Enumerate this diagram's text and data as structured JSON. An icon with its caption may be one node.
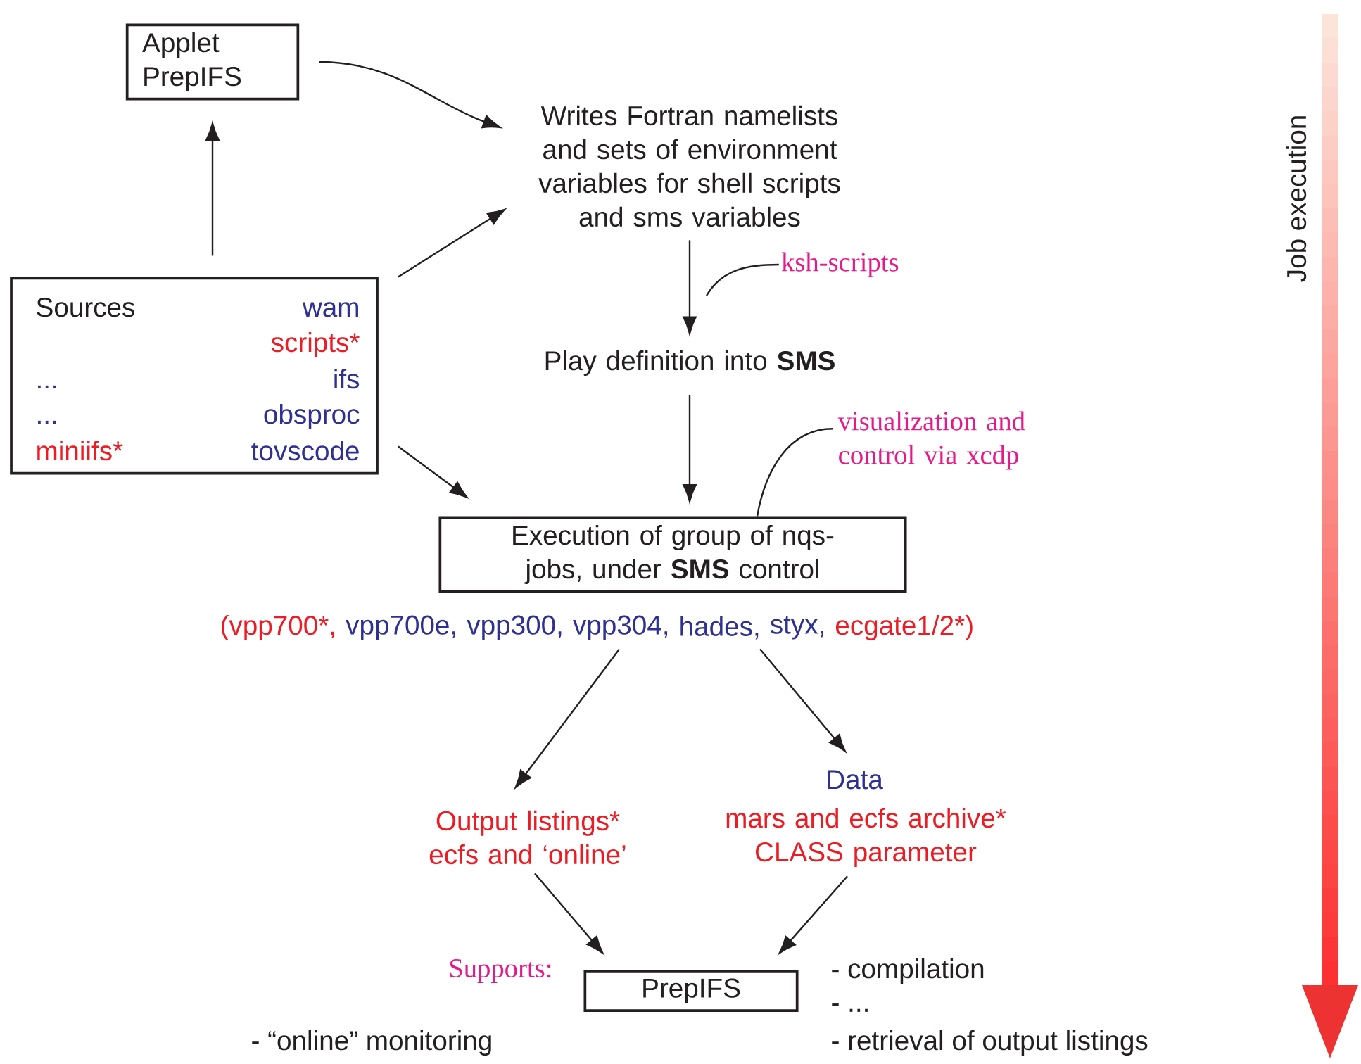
{
  "diagram": {
    "nodes": [
      {
        "text": [
          "Applet PrepIFS"
        ]
      },
      {
        "text": [
          "Writes Fortran namelists and sets of environment variables for shell scripts and sms variables"
        ]
      },
      {
        "text": [
          "Sources",
          "...",
          "...",
          "miniifs*",
          "wam",
          "scripts*",
          "ifs",
          "obsproc",
          "tovscode"
        ]
      },
      {
        "text": [
          "ksh-scripts"
        ]
      },
      {
        "text": [
          "Play definition into **SMS**"
        ]
      },
      {
        "text": [
          "visualization and control via xcdp"
        ]
      },
      {
        "text": [
          "Execution of group of nqs-jobs, under **SMS** control"
        ],
        "beside": [
          "(vpp700*,",
          "vpp700e,",
          "vpp300,",
          "vpp304,",
          "hades,",
          "styx,",
          "ecgate1/2*)"
        ]
      },
      {
        "text": [
          "Output listings* ecfs and ‘online’"
        ]
      },
      {
        "text": [
          "Data",
          "mars and ecfs archive* CLASS parameter"
        ]
      },
      {
        "text": [
          "PrepIFS"
        ]
      }
    ],
    "edges": [
      {
        "from": 0,
        "to": 1,
        "arrow": "to"
      },
      {
        "from": 2,
        "to": 0,
        "arrow": "to"
      },
      {
        "from": 2,
        "to": 1,
        "arrow": "to"
      },
      {
        "from": 1,
        "to": 4,
        "arrow": "to"
      },
      {
        "from": 3,
        "to": null,
        "arrow": "none"
      },
      {
        "from": 2,
        "to": 6,
        "arrow": "to"
      },
      {
        "from": 4,
        "to": 6,
        "arrow": "to"
      },
      {
        "from": 5,
        "to": 6,
        "arrow": "none"
      },
      {
        "from": 6,
        "to": 7,
        "arrow": "to"
      },
      {
        "from": 6,
        "to": 8,
        "arrow": "to"
      },
      {
        "from": 7,
        "to": 9,
        "arrow": "to"
      },
      {
        "from": 8,
        "to": 9,
        "arrow": "to"
      }
    ],
    "labels": [
      "Supports:",
      "- “online” monitoring",
      "- compilation",
      "- ...",
      "- retrieval of output listings",
      "Job execution"
    ]
  }
}
